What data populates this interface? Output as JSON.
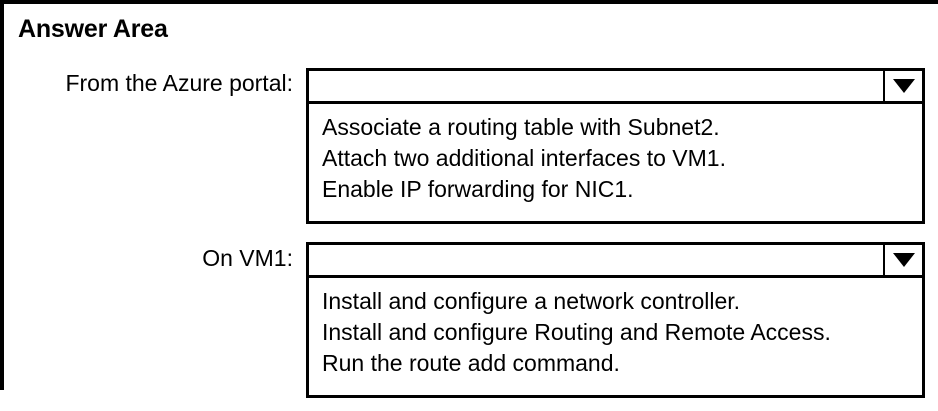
{
  "page": {
    "title": "Answer Area"
  },
  "rows": [
    {
      "label": "From the Azure portal:",
      "name": "azure-portal",
      "selected_value": "",
      "arrow_icon": "chevron-down-icon",
      "options": [
        "Associate a routing table with Subnet2.",
        "Attach two additional interfaces to VM1.",
        "Enable IP forwarding for NIC1."
      ]
    },
    {
      "label": "On VM1:",
      "name": "on-vm1",
      "selected_value": "",
      "arrow_icon": "chevron-down-icon",
      "options": [
        "Install and configure a network controller.",
        "Install and configure Routing and Remote Access.",
        "Run the route add command."
      ]
    }
  ],
  "colors": {
    "border": "#000000",
    "background": "#ffffff",
    "text": "#000000"
  }
}
